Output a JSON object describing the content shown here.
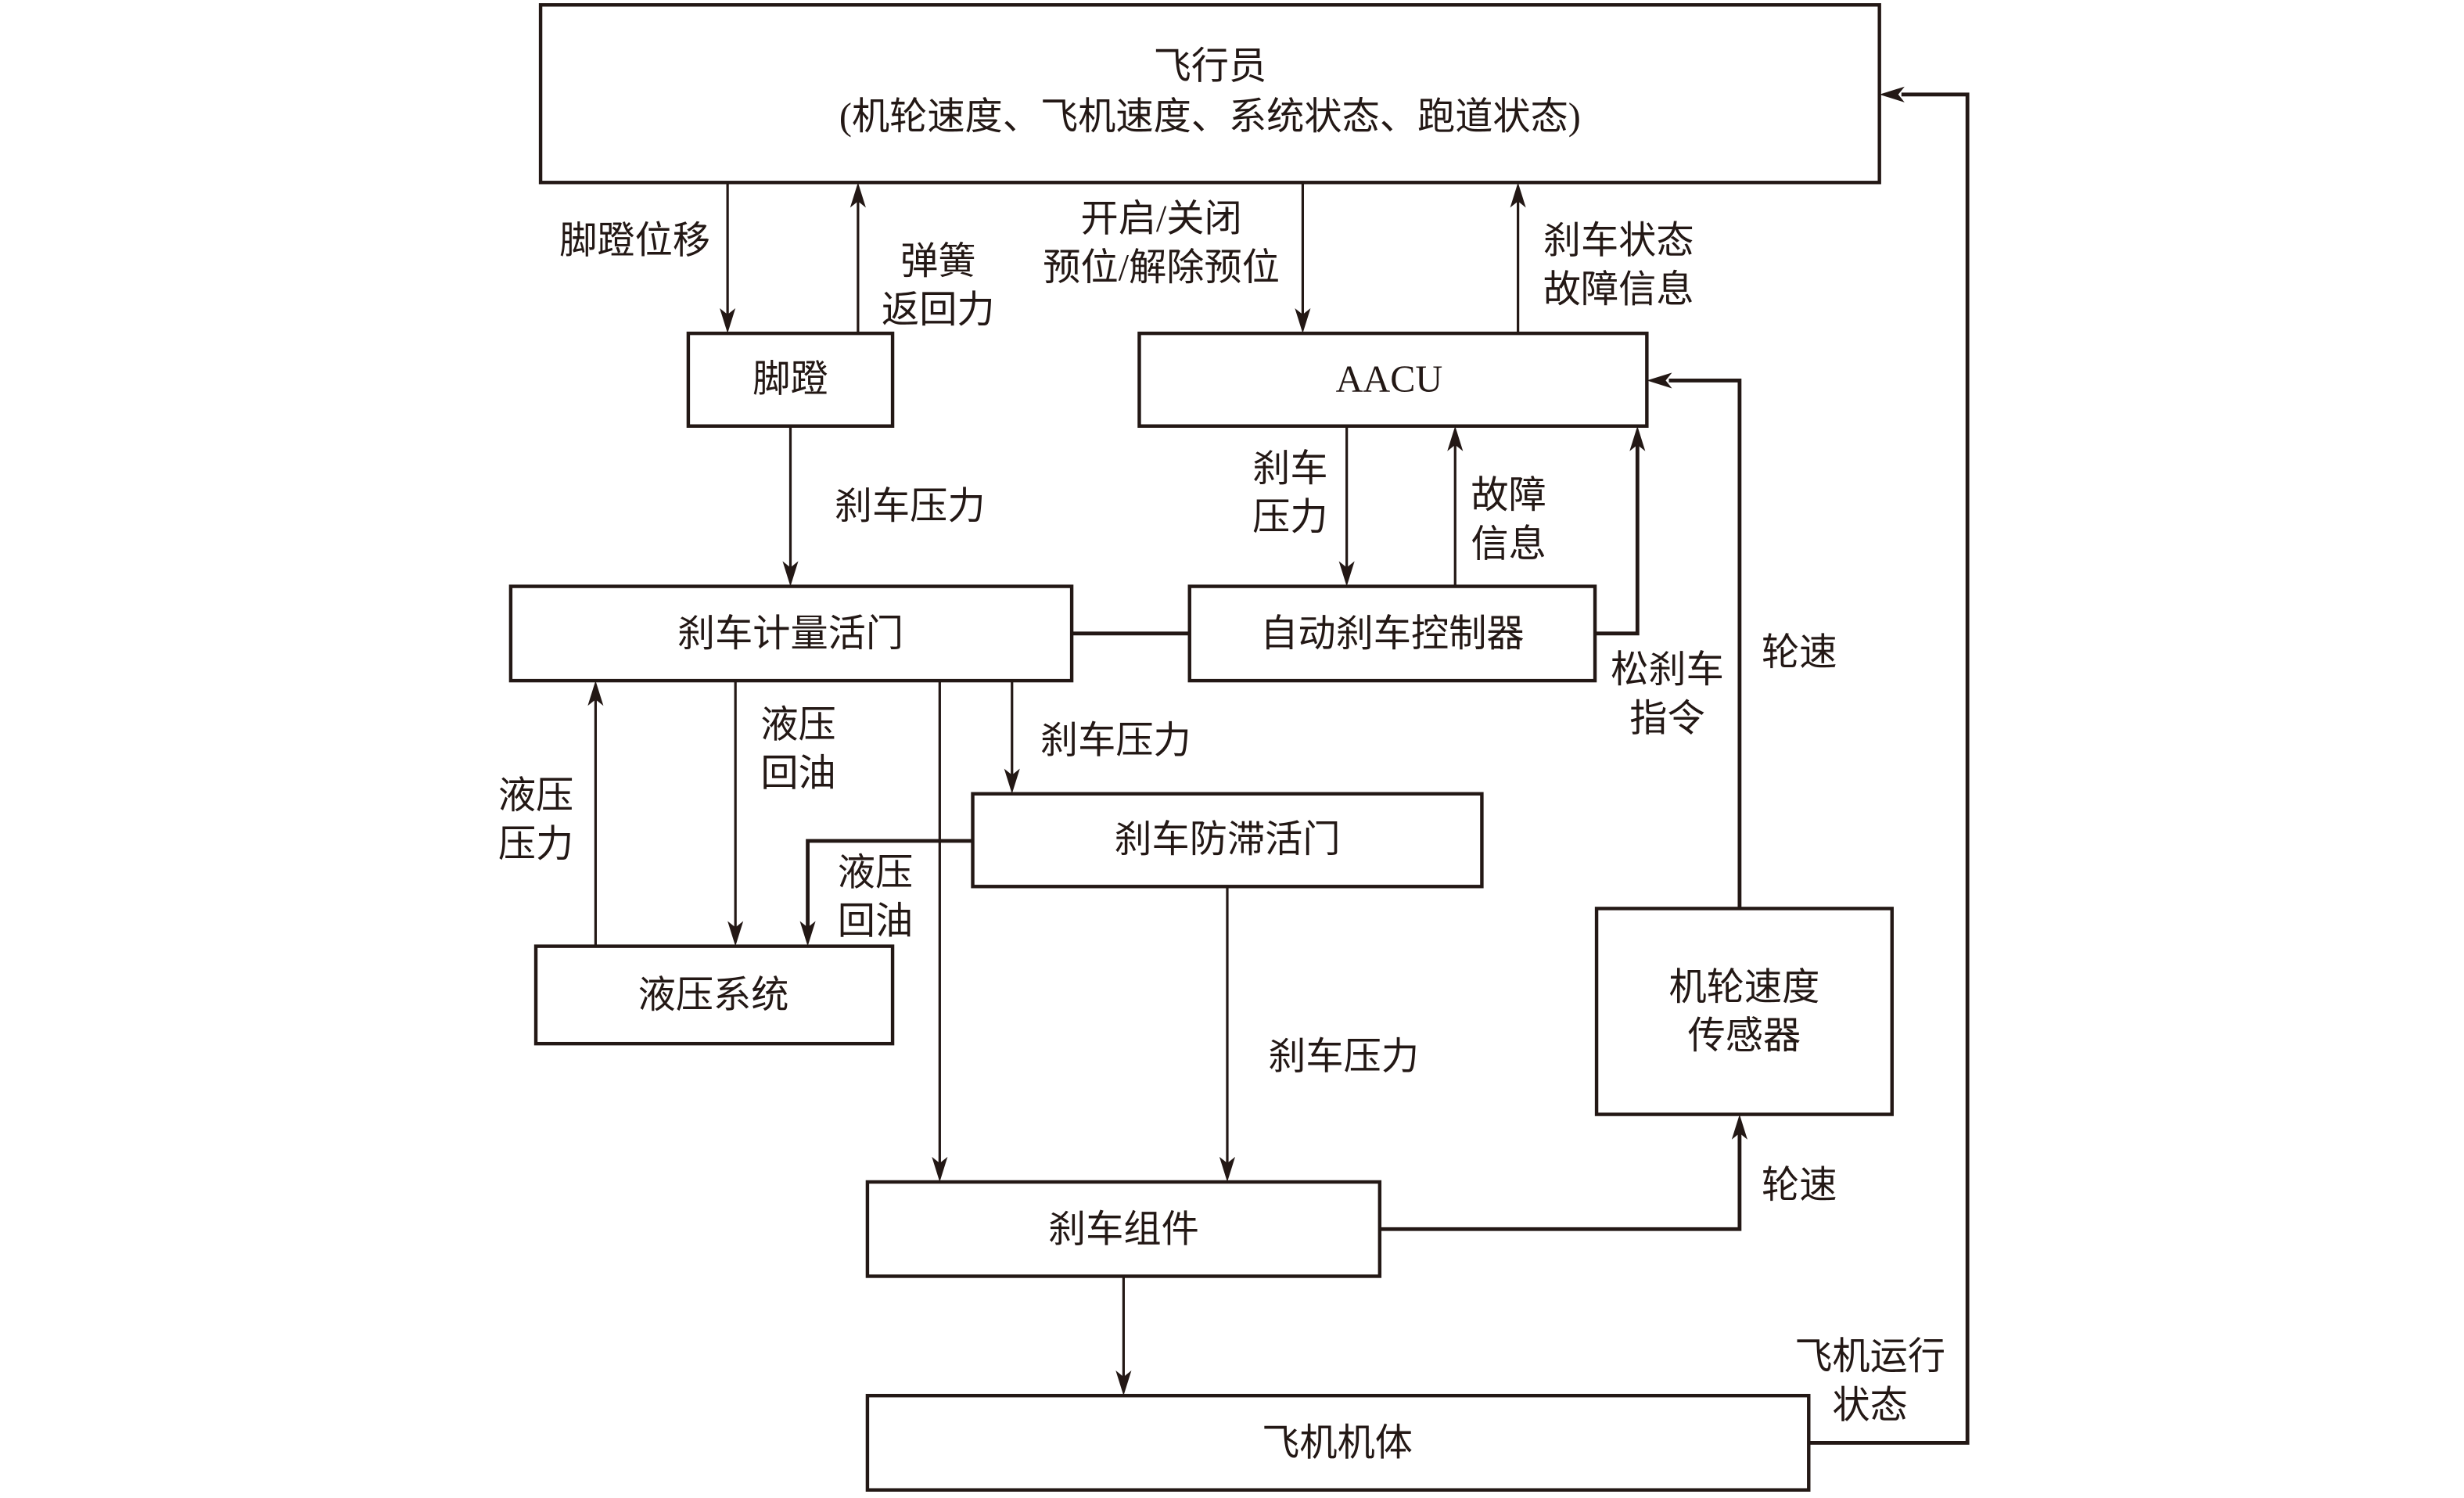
{
  "diagram": {
    "title": "自动刹车系统信号流框图",
    "colors": {
      "line": "#231815",
      "background": "#ffffff"
    },
    "nodes": {
      "pilot": {
        "lines": [
          "飞行员",
          "(机轮速度、飞机速度、系统状态、跑道状态)"
        ]
      },
      "pedal": {
        "lines": [
          "脚蹬"
        ]
      },
      "aacu": {
        "lines": [
          "AACU"
        ]
      },
      "metering_valve": {
        "lines": [
          "刹车计量活门"
        ]
      },
      "autobrake_controller": {
        "lines": [
          "自动刹车控制器"
        ]
      },
      "antiskid_valve": {
        "lines": [
          "刹车防滞活门"
        ]
      },
      "hydraulic_system": {
        "lines": [
          "液压系统"
        ]
      },
      "wheel_speed_sensor": {
        "lines": [
          "机轮速度",
          "传感器"
        ]
      },
      "brake_assembly": {
        "lines": [
          "刹车组件"
        ]
      },
      "airframe": {
        "lines": [
          "飞机机体"
        ]
      }
    },
    "edges": {
      "pilot_to_pedal": {
        "lines": [
          "脚蹬位移"
        ]
      },
      "pedal_to_pilot": {
        "lines": [
          "弹簧",
          "返回力"
        ]
      },
      "pilot_to_aacu": {
        "lines": [
          "开启/关闭",
          "预位/解除预位"
        ]
      },
      "aacu_to_pilot": {
        "lines": [
          "刹车状态",
          "故障信息"
        ]
      },
      "pedal_to_valve": {
        "lines": [
          "刹车压力"
        ]
      },
      "aacu_to_controller": {
        "lines": [
          "刹车",
          "压力"
        ]
      },
      "controller_to_aacu": {
        "lines": [
          "故障",
          "信息"
        ]
      },
      "release_cmd": {
        "lines": [
          "松刹车",
          "指令"
        ]
      },
      "sensor_to_aacu": {
        "lines": [
          "轮速"
        ]
      },
      "valve_to_antiskid": {
        "lines": [
          "刹车压力"
        ]
      },
      "valve_return": {
        "lines": [
          "液压",
          "回油"
        ]
      },
      "hyd_to_valve": {
        "lines": [
          "液压",
          "压力"
        ]
      },
      "antiskid_return": {
        "lines": [
          "液压",
          "回油"
        ]
      },
      "antiskid_to_brake": {
        "lines": [
          "刹车压力"
        ]
      },
      "brake_to_sensor": {
        "lines": [
          "轮速"
        ]
      },
      "airframe_to_pilot": {
        "lines": [
          "飞机运行",
          "状态"
        ]
      }
    }
  }
}
